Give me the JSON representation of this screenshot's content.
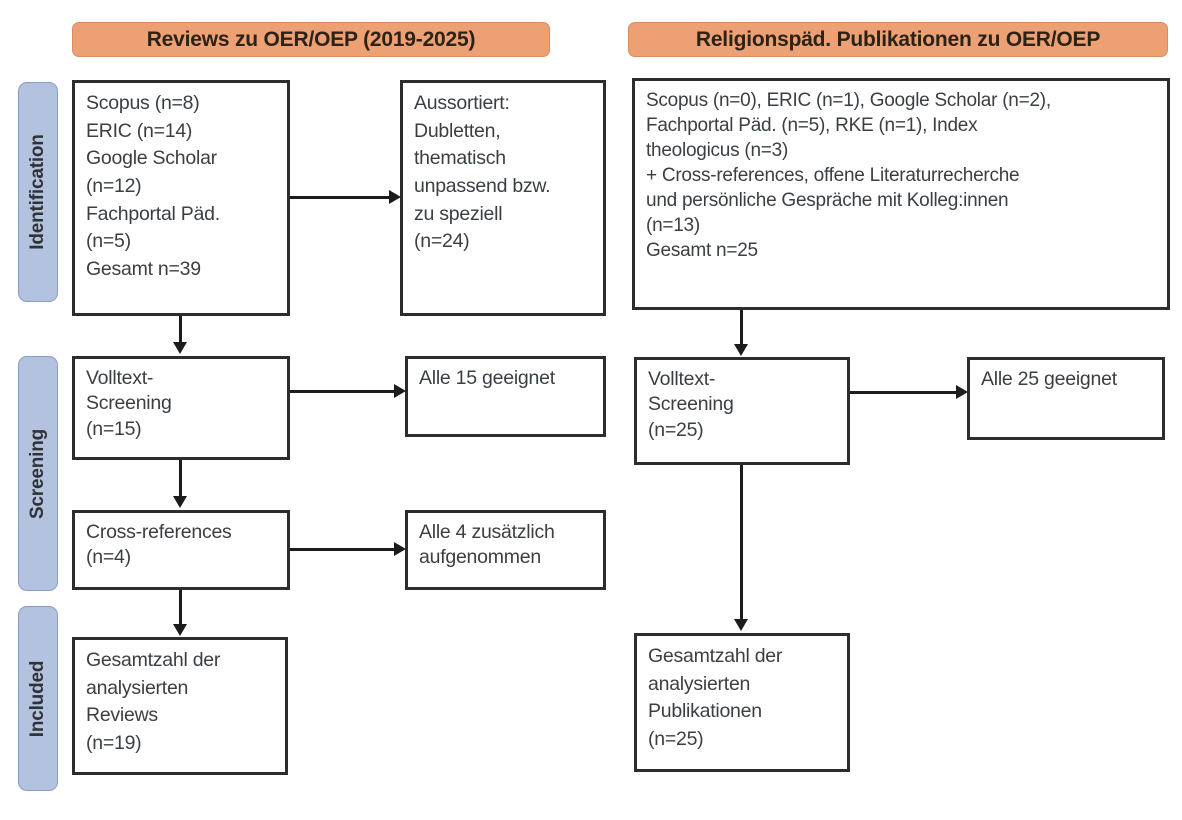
{
  "figure": {
    "type": "prisma-flow-diagram",
    "colors": {
      "header_fill": "#eda074",
      "header_border": "#d98d5f",
      "phase_fill": "#b3c2de",
      "phase_border": "#8a9cc4",
      "box_border": "#2d2d2d",
      "connector": "#1c1c1c",
      "text": "#3a3f44",
      "background": "#ffffff"
    }
  },
  "columns": [
    {
      "id": "reviews",
      "header": "Reviews zu OER/OEP (2019-2025)"
    },
    {
      "id": "religionspaed",
      "header": "Religionspäd. Publikationen zu OER/OEP"
    }
  ],
  "phases": [
    {
      "id": "identification",
      "label": "Identification"
    },
    {
      "id": "screening",
      "label": "Screening"
    },
    {
      "id": "included",
      "label": "Included"
    }
  ],
  "boxes": {
    "left_identification_sources": "Scopus (n=8)\nERIC (n=14)\nGoogle Scholar\n(n=12)\nFachportal Päd.\n(n=5)\nGesamt n=39",
    "left_excluded": "Aussortiert:\nDubletten,\nthematisch\nunpassend bzw.\nzu speziell\n(n=24)",
    "left_fulltext_screening": "Volltext-\nScreening\n(n=15)",
    "left_all_eligible": "Alle 15 geeignet",
    "left_cross_references": "Cross-references\n(n=4)",
    "left_cross_added": "Alle 4 zusätzlich\naufgenommen",
    "left_included_total": "Gesamtzahl der\nanalysierten\nReviews\n(n=19)",
    "right_identification_sources": "Scopus (n=0), ERIC (n=1), Google Scholar (n=2),\nFachportal Päd. (n=5), RKE (n=1), Index\ntheologicus (n=3)\n+ Cross-references, offene Literaturrecherche\nund persönliche Gespräche mit Kolleg:innen\n(n=13)\nGesamt n=25",
    "right_fulltext_screening": "Volltext-\nScreening\n(n=25)",
    "right_all_eligible": "Alle 25 geeignet",
    "right_included_total": "Gesamtzahl der\nanalysierten\nPublikationen\n(n=25)"
  },
  "counts": {
    "left_scopus": 8,
    "left_eric": 14,
    "left_google_scholar": 12,
    "left_fachportal": 5,
    "left_total_identified": 39,
    "left_excluded": 24,
    "left_fulltext_screened": 15,
    "left_eligible": 15,
    "left_cross_references": 4,
    "left_cross_added": 4,
    "left_included": 19,
    "right_scopus": 0,
    "right_eric": 1,
    "right_google_scholar": 2,
    "right_fachportal": 5,
    "right_rke": 1,
    "right_index_theologicus": 3,
    "right_other_sources": 13,
    "right_total_identified": 25,
    "right_fulltext_screened": 25,
    "right_eligible": 25,
    "right_included": 25
  }
}
